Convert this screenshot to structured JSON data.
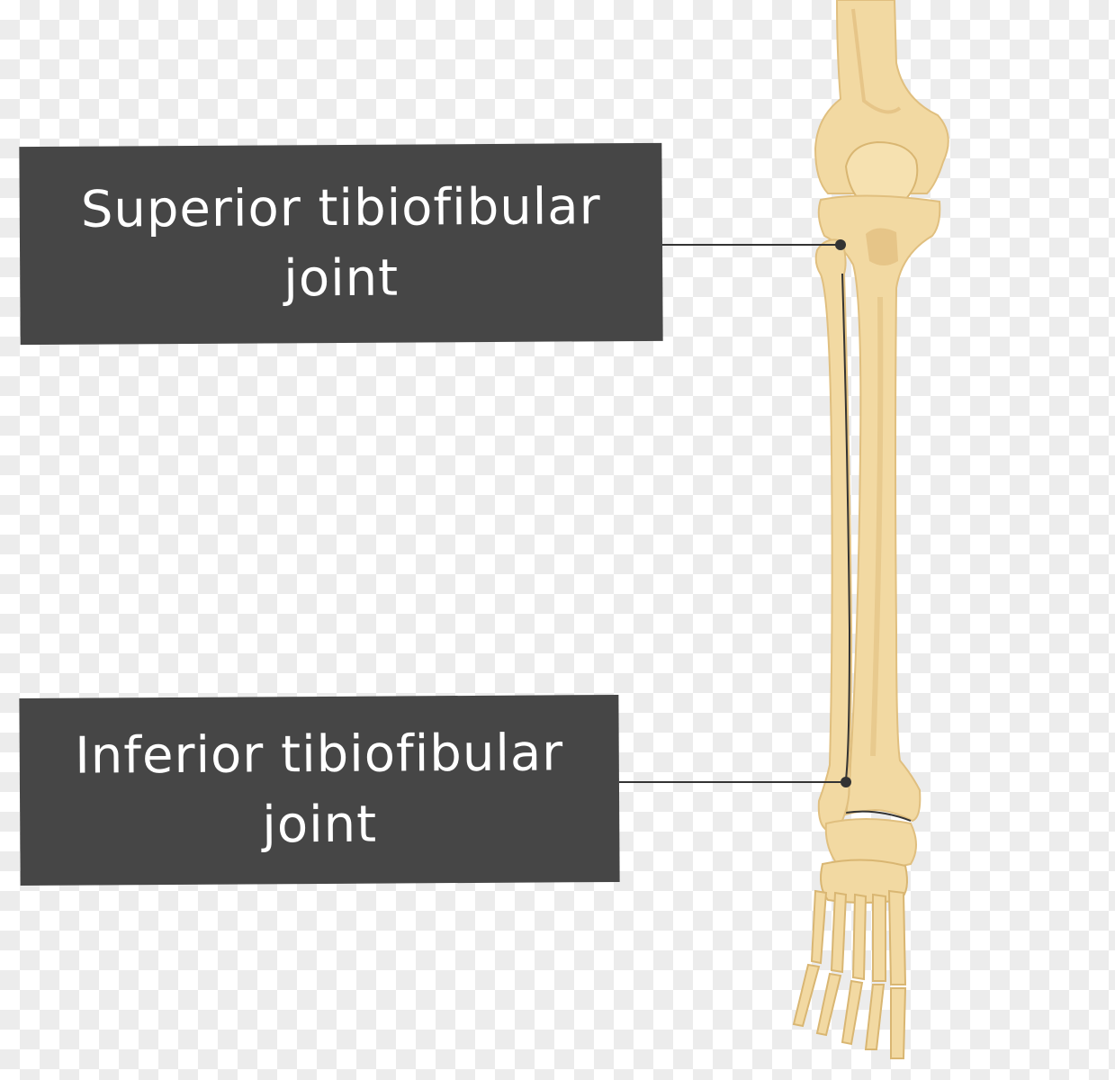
{
  "labels": {
    "superior": {
      "line1": "Superior tibiofibular",
      "line2": "joint"
    },
    "inferior": {
      "line1": "Inferior tibiofibular",
      "line2": "joint"
    }
  },
  "colors": {
    "bone_fill": "#f2d9a2",
    "bone_shade": "#e6c588",
    "bone_outline": "#e0bf7f",
    "joint_line": "#333333",
    "label_background": "#464646",
    "label_text": "#ffffff",
    "checker_light": "#ffffff",
    "checker_dark": "#ececec"
  },
  "icons": [
    "femur-bone-icon",
    "patella-bone-icon",
    "tibia-bone-icon",
    "fibula-bone-icon",
    "foot-bones-icon"
  ]
}
